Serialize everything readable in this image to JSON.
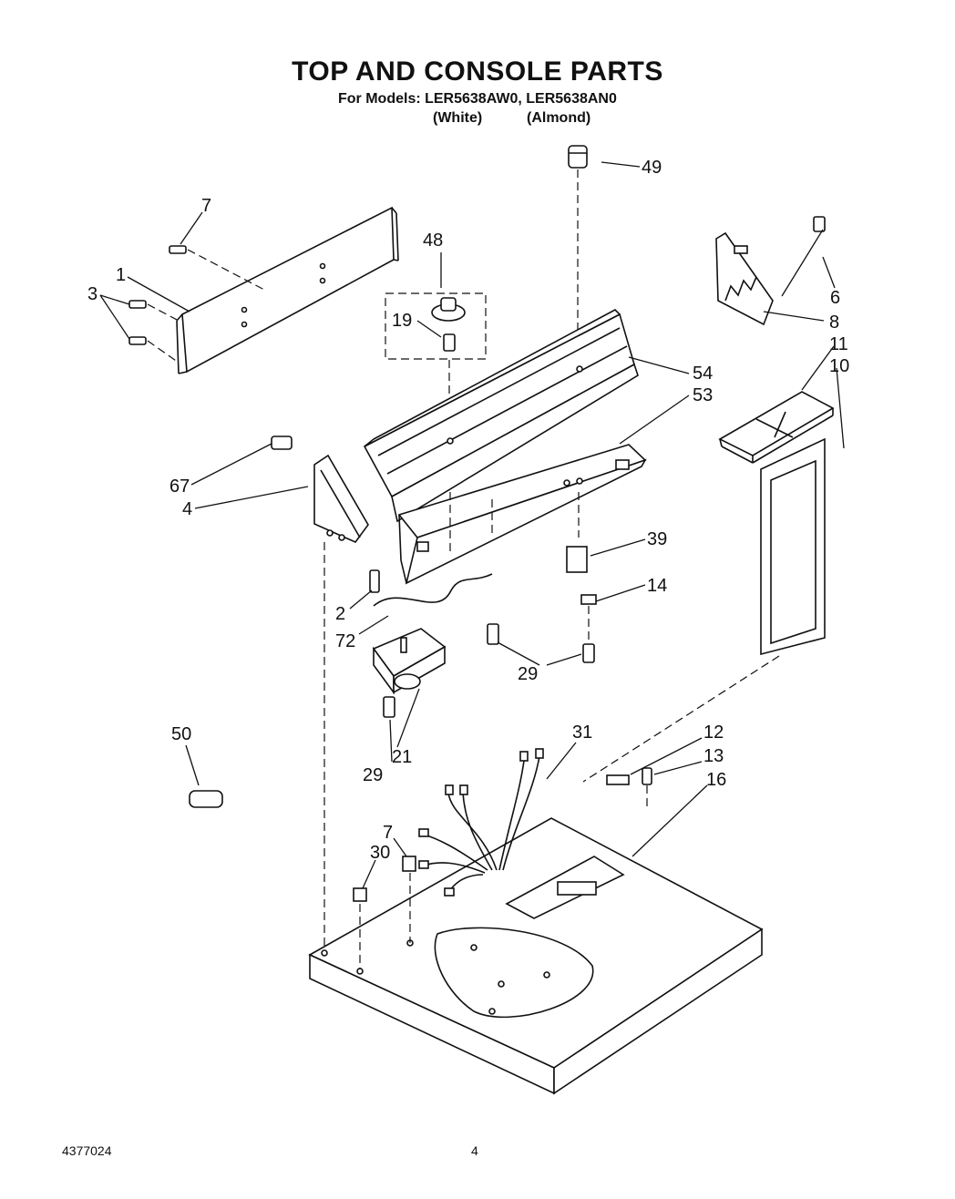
{
  "header": {
    "title": "TOP AND CONSOLE PARTS",
    "models_line": "For Models: LER5638AW0, LER5638AN0",
    "color_white": "(White)",
    "color_almond": "(Almond)"
  },
  "footer": {
    "doc_number": "4377024",
    "page_number": "4"
  },
  "callouts": {
    "c49": "49",
    "c7a": "7",
    "c48": "48",
    "c1": "1",
    "c3": "3",
    "c19": "19",
    "c6": "6",
    "c8": "8",
    "c11": "11",
    "c10": "10",
    "c54": "54",
    "c53": "53",
    "c67": "67",
    "c4": "4",
    "c39": "39",
    "c14": "14",
    "c2": "2",
    "c72": "72",
    "c29a": "29",
    "c29b": "29",
    "c21": "21",
    "c50": "50",
    "c31": "31",
    "c12": "12",
    "c13": "13",
    "c16": "16",
    "c7b": "7",
    "c30": "30"
  }
}
